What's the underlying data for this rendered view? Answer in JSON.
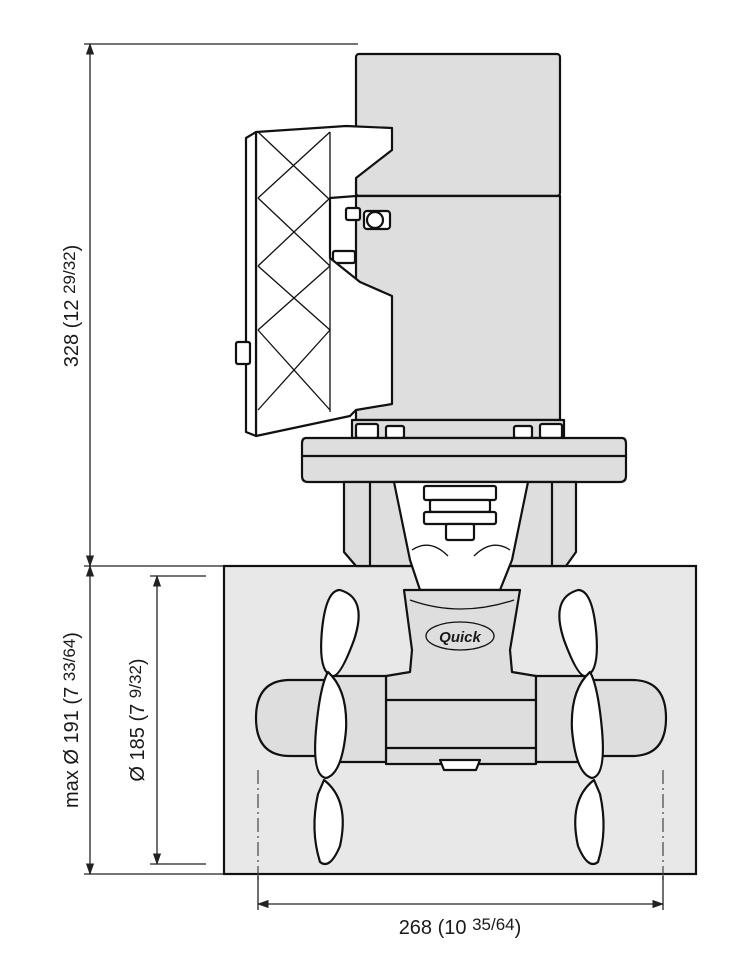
{
  "dimensions": {
    "height_total": {
      "main": "328 (12 ",
      "frac": "29/32",
      "close": ")"
    },
    "tunnel_max_diameter": {
      "main": "max Ø 191 (7 ",
      "frac": "33/64",
      "close": ")"
    },
    "tunnel_diameter": {
      "main": "Ø 185 (7 ",
      "frac": "9/32",
      "close": ")"
    },
    "width": {
      "main": "268 (10 ",
      "frac": "35/64",
      "close": ")"
    }
  },
  "brand_logo_text": "Quick"
}
